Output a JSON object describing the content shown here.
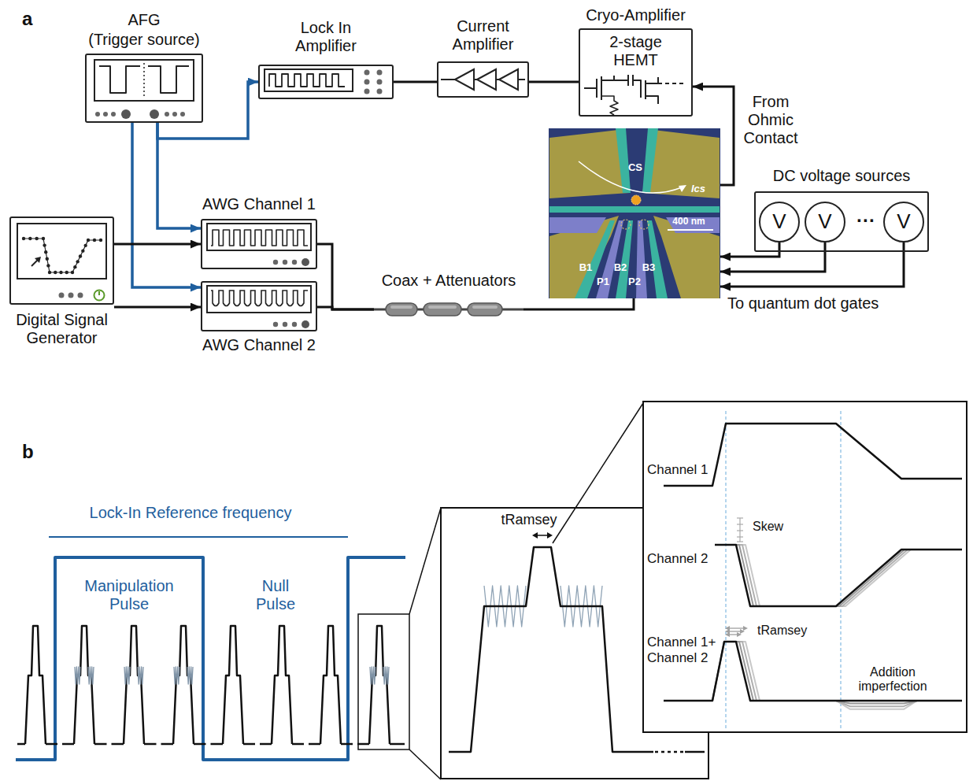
{
  "diagram": {
    "nodes": [
      {
        "text": [
          "AFG",
          "(Trigger source)"
        ]
      },
      {
        "text": [
          "Lock In Amplifier"
        ]
      },
      {
        "text": [
          "Current Amplifier"
        ]
      },
      {
        "text": [
          "Cryo-Amplifier",
          "2-stage HEMT"
        ]
      },
      {
        "text": [
          "CS",
          "Ics",
          "400 nm",
          "B1",
          "B2",
          "B3",
          "P1",
          "P2"
        ]
      },
      {
        "text": [
          "DC voltage sources"
        ]
      },
      {
        "text": [
          "V"
        ],
        "in": 5
      },
      {
        "text": [
          "V"
        ],
        "in": 5
      },
      {
        "text": [
          "V"
        ],
        "in": 5
      },
      {
        "text": [
          "Digital Signal Generator"
        ]
      },
      {
        "text": [
          "AWG Channel 1"
        ]
      },
      {
        "text": [
          "AWG Channel 2"
        ]
      },
      {
        "text": [
          "Coax + Attenuators"
        ]
      }
    ],
    "edges": [
      {
        "from": 0,
        "to": 1,
        "arrow": "to"
      },
      {
        "from": 0,
        "to": 10,
        "arrow": "to"
      },
      {
        "from": 0,
        "to": 11,
        "arrow": "to"
      },
      {
        "from": 2,
        "to": 1,
        "arrow": "none"
      },
      {
        "from": 3,
        "to": 2,
        "arrow": "none"
      },
      {
        "from": 4,
        "to": 3,
        "arrow": "to"
      },
      {
        "from": 6,
        "to": 4,
        "arrow": "to"
      },
      {
        "from": 7,
        "to": 4,
        "arrow": "to"
      },
      {
        "from": 8,
        "to": 4,
        "arrow": "to"
      },
      {
        "from": 9,
        "to": 10,
        "arrow": "to"
      },
      {
        "from": 9,
        "to": 11,
        "arrow": "to"
      },
      {
        "from": 10,
        "to": 12,
        "arrow": "none"
      },
      {
        "from": 11,
        "to": 12,
        "arrow": "none"
      },
      {
        "from": 12,
        "to": 4,
        "arrow": "none"
      }
    ],
    "labels": [
      "a",
      "From Ohmic Contact",
      "···",
      "To quantum dot gates",
      "b",
      "Lock-In Reference frequency",
      "Manipulation Pulse",
      "Null Pulse",
      "tRamsey",
      "Channel 1",
      "Skew",
      "Channel 2",
      "Channel 1+ Channel 2",
      "tRamsey",
      "Addition imperfection"
    ]
  }
}
